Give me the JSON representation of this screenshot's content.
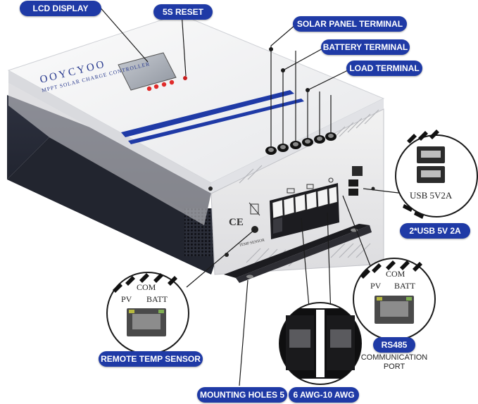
{
  "brand": {
    "name": "OOYCYOO",
    "tagline": "MPPT SOLAR CHARGE CONTROLLER",
    "accent_color": "#1f3aa6"
  },
  "callouts": {
    "lcd_display": "LCD DISPLAY",
    "reset": "5S RESET",
    "solar_panel_terminal": "SOLAR PANEL TERMINAL",
    "battery_terminal": "BATTERY TERMINAL",
    "load_terminal": "LOAD TERMINAL",
    "usb": "2*USB 5V 2A",
    "remote_temp_sensor": "REMOTE TEMP SENSOR",
    "mounting_holes": "MOUNTING HOLES 5",
    "awg": "6 AWG-10 AWG",
    "rs485": "RS485",
    "communication_port": "COMMUNICATION PORT"
  },
  "device_markings": {
    "usb_rating": "USB 5V2A",
    "com": "COM",
    "pv": "PV",
    "batt": "BATT",
    "temp_sensor": "TEMP SENSOR",
    "ce": "CE"
  },
  "icons": [
    "solar-panel-icon",
    "battery-icon",
    "load-bulb-icon",
    "usb-port-icon",
    "rj45-port-icon",
    "ce-mark-icon",
    "weee-bin-icon"
  ]
}
